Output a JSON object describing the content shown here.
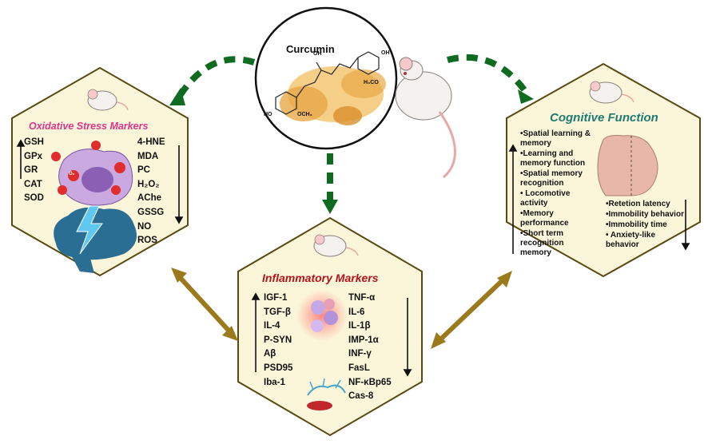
{
  "center": {
    "title": "Curcumin",
    "oh_top": "OH",
    "oh_right": "OH",
    "ho_left": "HO",
    "och3_left": "OCH₃",
    "h3co_right": "H₃CO"
  },
  "oxidative": {
    "title": "Oxidative Stress Markers",
    "up_list": [
      "GSH",
      "GPx",
      "GR",
      "CAT",
      "SOD"
    ],
    "down_list": [
      "4-HNE",
      "MDA",
      "PC",
      "H₂O₂",
      "AChe",
      "GSSG",
      "NO",
      "ROS"
    ],
    "o2_label": "O₂"
  },
  "inflammatory": {
    "title": "Inflammatory Markers",
    "up_list": [
      "IGF-1",
      "TGF-β",
      "IL-4",
      "P-SYN",
      "Aβ",
      "PSD95",
      "Iba-1"
    ],
    "down_list": [
      "TNF-α",
      "IL-6",
      "IL-1β",
      "IMP-1α",
      "INF-γ",
      "FasL",
      "NF-κBp65",
      "Cas-8"
    ]
  },
  "cognitive": {
    "title": "Cognitive Function",
    "up_list": [
      "•Spatial learning & memory",
      "•Learning and memory function",
      "•Spatial memory recognition",
      "• Locomotive activity",
      "•Memory performance",
      "•Short term recognition memory"
    ],
    "down_list": [
      "•Retetion latency",
      "•Immobility behavior",
      "•Immobility time",
      "• Anxiety-like behavior"
    ]
  },
  "colors": {
    "hex_fill": "#fbf6d9",
    "hex_stroke": "#5a4a12",
    "green_arrow": "#0f6b1f",
    "gold_arrow": "#9b7a1c",
    "oxidative_title": "#e0338a",
    "inflammatory_title": "#b3141b",
    "cognitive_title": "#1f7a72"
  }
}
